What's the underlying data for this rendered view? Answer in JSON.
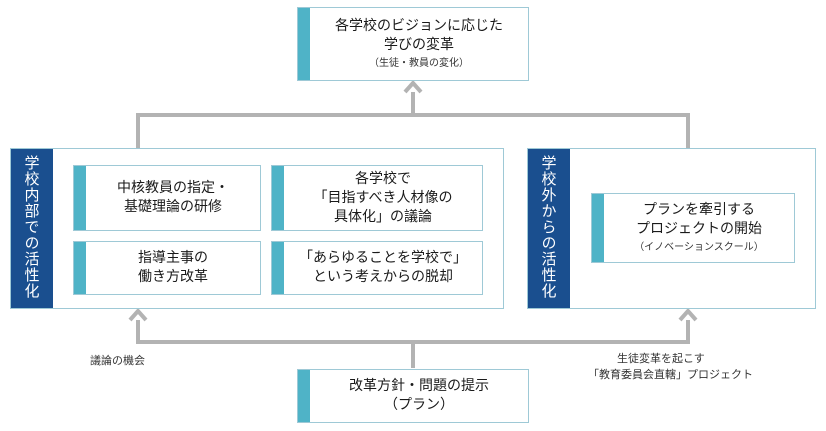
{
  "top_box": {
    "title_line1": "各学校のビジョンに応じた",
    "title_line2": "学びの変革",
    "subtitle": "（生徒・教員の変化）"
  },
  "left_panel": {
    "label": "学校内部での活性化",
    "boxes": [
      {
        "line1": "中核教員の指定・",
        "line2": "基礎理論の研修"
      },
      {
        "line1": "各学校で",
        "line2": "「目指すべき人材像の",
        "line3": "具体化」の議論"
      },
      {
        "line1": "指導主事の",
        "line2": "働き方改革"
      },
      {
        "line1": "「あらゆることを学校で」",
        "line2": "という考えからの脱却"
      }
    ]
  },
  "right_panel": {
    "label": "学校外からの活性化",
    "box": {
      "line1": "プランを牽引する",
      "line2": "プロジェクトの開始",
      "subtitle": "（イノベーションスクール）"
    }
  },
  "bottom_box": {
    "line1": "改革方針・問題の提示",
    "line2": "（プラン）"
  },
  "left_note": "議論の機会",
  "right_note": {
    "line1": "生徒変革を起こす",
    "line2": "「教育委員会直轄」プロジェクト"
  }
}
